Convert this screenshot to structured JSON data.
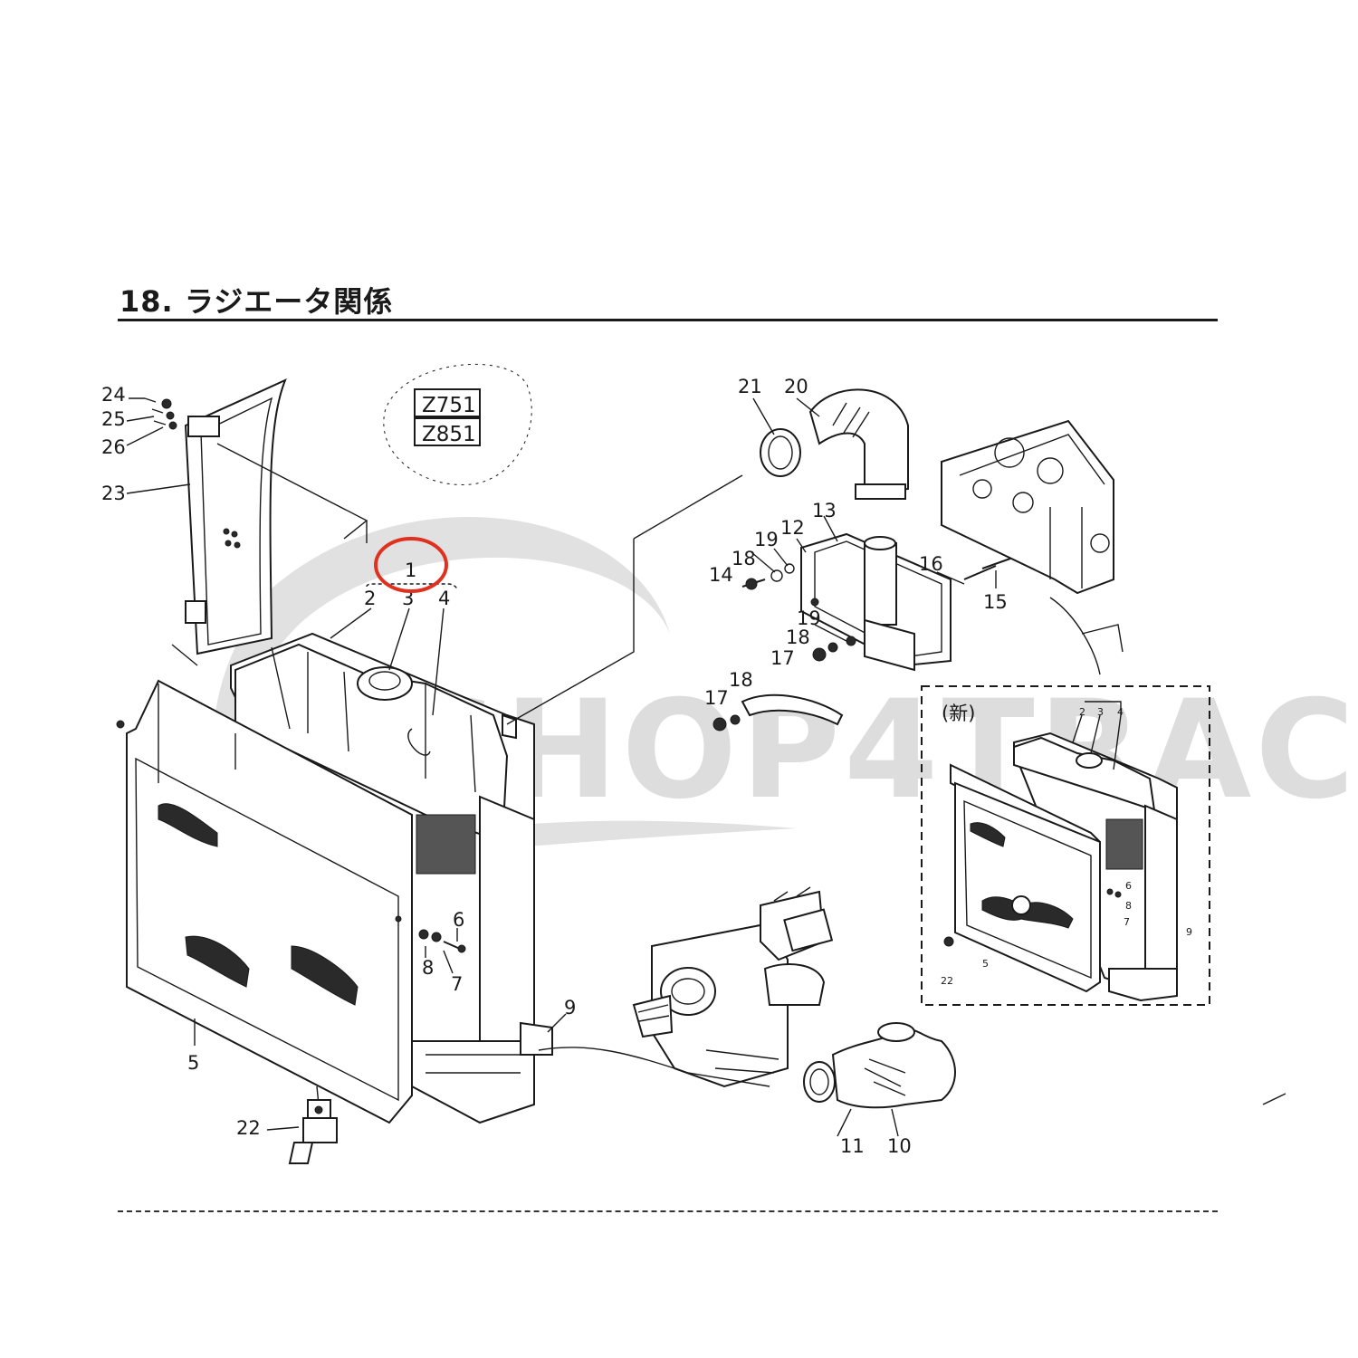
{
  "title": "18. ラジエータ関係",
  "model_codes": [
    "Z751",
    "Z851"
  ],
  "watermark": "SHOP4TRAC",
  "new_type_label": "(新)",
  "highlighted_part": "1",
  "highlight_color": "#e0301e",
  "part_labels": [
    "1",
    "2",
    "3",
    "4",
    "5",
    "6",
    "7",
    "8",
    "9",
    "10",
    "11",
    "12",
    "13",
    "14",
    "15",
    "16",
    "17",
    "17",
    "18",
    "18",
    "18",
    "19",
    "19",
    "20",
    "21",
    "22",
    "23",
    "24",
    "25",
    "26"
  ],
  "inset_labels": [
    "2",
    "3",
    "4",
    "5",
    "6",
    "7",
    "8",
    "9",
    "22"
  ]
}
